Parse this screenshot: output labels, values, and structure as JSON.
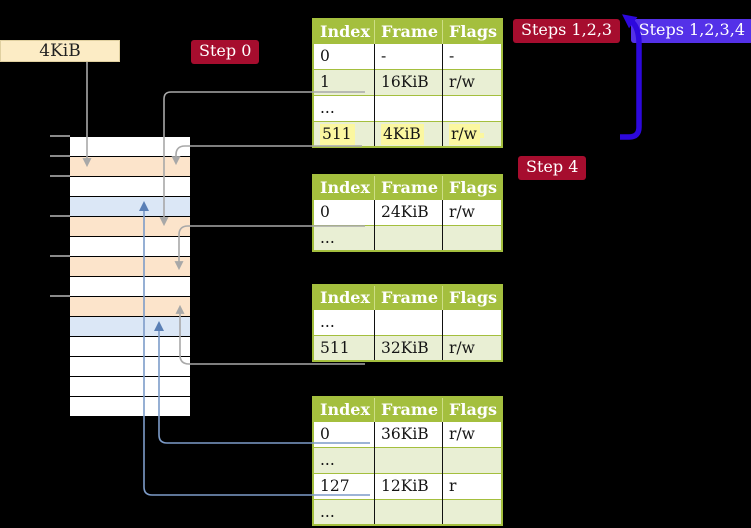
{
  "labels": {
    "frame_size": "4KiB"
  },
  "badges": {
    "step0": "Step 0",
    "steps123": "Steps 1,2,3",
    "steps1234": "Steps 1,2,3,4",
    "step4": "Step 4"
  },
  "tables": [
    {
      "name": "page-table-1",
      "headers": [
        "Index",
        "Frame",
        "Flags"
      ],
      "rows": [
        [
          "0",
          "-",
          "-"
        ],
        [
          "1",
          "16KiB",
          "r/w"
        ],
        [
          "...",
          "",
          ""
        ],
        [
          "511",
          "4KiB",
          "r/w"
        ]
      ],
      "highlight_row": 3
    },
    {
      "name": "page-table-2",
      "headers": [
        "Index",
        "Frame",
        "Flags"
      ],
      "rows": [
        [
          "0",
          "24KiB",
          "r/w"
        ],
        [
          "...",
          "",
          ""
        ]
      ],
      "highlight_row": null
    },
    {
      "name": "page-table-3",
      "headers": [
        "Index",
        "Frame",
        "Flags"
      ],
      "rows": [
        [
          "...",
          "",
          ""
        ],
        [
          "511",
          "32KiB",
          "r/w"
        ]
      ],
      "highlight_row": null
    },
    {
      "name": "page-table-4",
      "headers": [
        "Index",
        "Frame",
        "Flags"
      ],
      "rows": [
        [
          "0",
          "36KiB",
          "r/w"
        ],
        [
          "...",
          "",
          ""
        ],
        [
          "127",
          "12KiB",
          "r"
        ],
        [
          "...",
          "",
          ""
        ]
      ],
      "highlight_row": null
    }
  ],
  "memory": {
    "rows": [
      "white",
      "peach",
      "white",
      "blue",
      "peach",
      "white",
      "peach",
      "white",
      "peach",
      "blue",
      "white",
      "white",
      "white",
      "white"
    ]
  },
  "colors": {
    "background": "#000000",
    "table_header": "#a4bf3e",
    "table_row_green": "#e9efd4",
    "row_peach": "#fce4cb",
    "row_blue": "#dbe7f6",
    "row_white": "#ffffff",
    "highlight_yellow": "#fbf7a0",
    "badge_red": "#a60d2e",
    "badge_blue": "#5431e8",
    "arrow_gray": "#a8a8a8",
    "arrow_blue_thin": "#7d9cc9",
    "arrow_blue_thick": "#2d08dd",
    "box_wheat": "#fcecc5",
    "tick_gray": "#8a8a8a"
  }
}
